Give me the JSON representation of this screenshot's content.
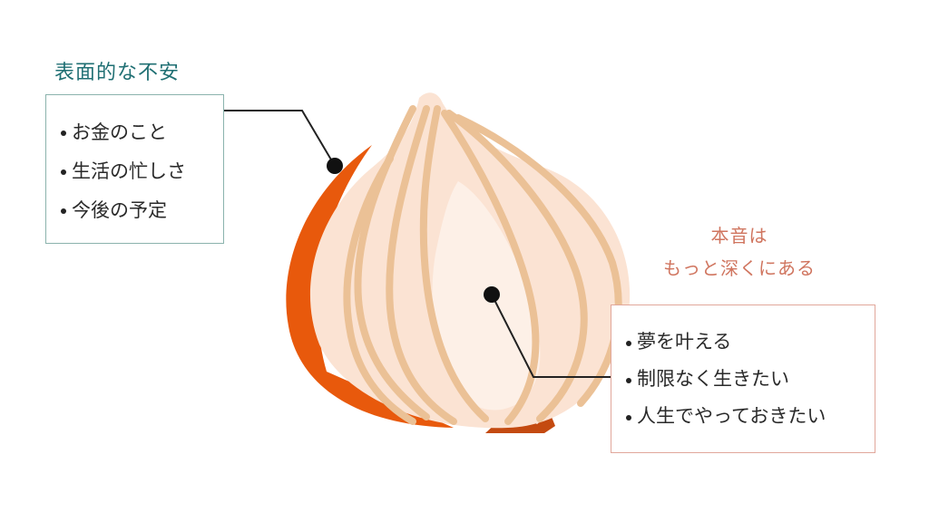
{
  "surface": {
    "title": "表面的な不安",
    "items": [
      "お金のこと",
      "生活の忙しさ",
      "今後の予定"
    ]
  },
  "honne": {
    "title_line1": "本音は",
    "title_line2": "もっと深くにある",
    "items": [
      "夢を叶える",
      "制限なく生きたい",
      "人生でやっておきたい"
    ]
  },
  "colors": {
    "surface_accent": "#1f6f73",
    "surface_border": "#8bb3ad",
    "honne_accent": "#d0755f",
    "honne_border": "#e1a79b",
    "onion_skin": "#e8590c",
    "onion_flesh": "#fbe3d3",
    "onion_rings": "#ebc196"
  }
}
